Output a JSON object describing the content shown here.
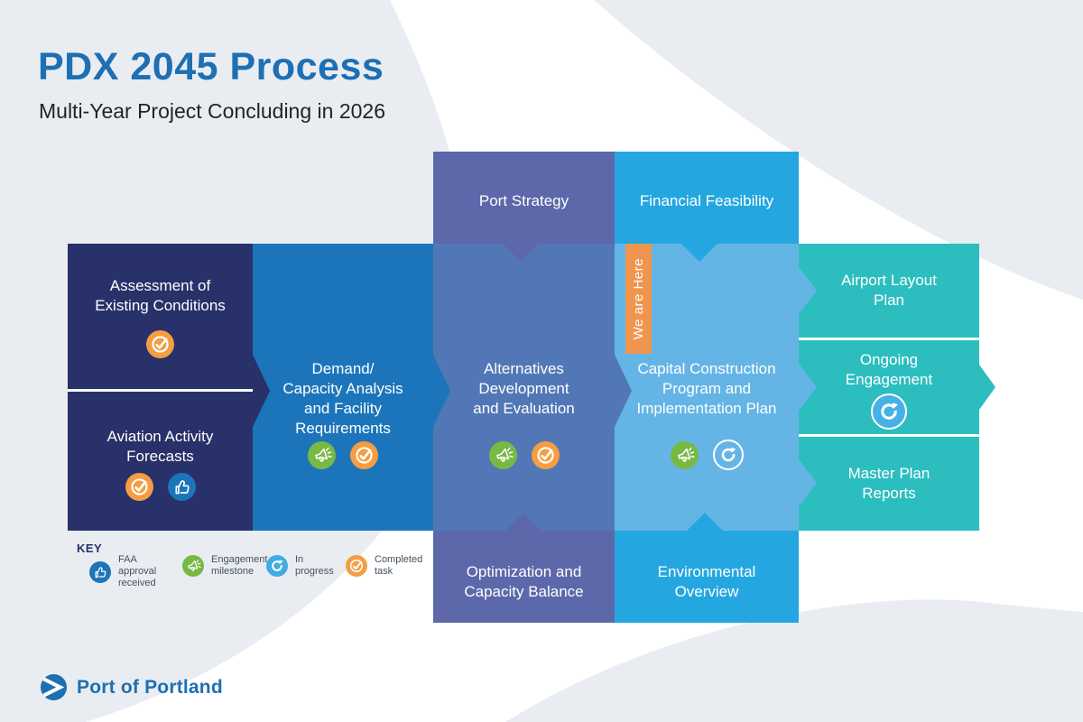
{
  "page": {
    "title": "PDX 2045 Process",
    "subtitle": "Multi-Year Project Concluding in 2026"
  },
  "palette": {
    "background": "#e9edf2",
    "navy": "#283169",
    "blue": "#1c75ba",
    "indigo": "#5c68a9",
    "slate_blue": "#5277b6",
    "bright_blue": "#24a7e0",
    "light_blue": "#64b5e5",
    "teal": "#2cbebf",
    "orange": "#f59d42",
    "orange_tab": "#f0954e",
    "green": "#78b944",
    "progress_blue": "#41ace2",
    "title_blue": "#1e6fb3",
    "text_dark": "#1f2327"
  },
  "we_are_here": {
    "label": "We are Here"
  },
  "blocks": {
    "assessment": {
      "title": "Assessment of\nExisting Conditions",
      "icons": [
        "completed-task"
      ]
    },
    "aviation": {
      "title": "Aviation Activity\nForecasts",
      "icons": [
        "completed-task",
        "faa-approval"
      ]
    },
    "demand": {
      "title": "Demand/\nCapacity Analysis\nand Facility\nRequirements",
      "icons": [
        "engagement-milestone",
        "completed-task"
      ]
    },
    "port_strategy": {
      "title": "Port Strategy"
    },
    "financial": {
      "title": "Financial Feasibility"
    },
    "alternatives": {
      "title": "Alternatives\nDevelopment\nand Evaluation",
      "icons": [
        "engagement-milestone",
        "completed-task"
      ]
    },
    "capital": {
      "title": "Capital Construction\nProgram and\nImplementation Plan",
      "icons": [
        "engagement-milestone",
        "in-progress"
      ]
    },
    "optimization": {
      "title": "Optimization and\nCapacity Balance"
    },
    "environmental": {
      "title": "Environmental\nOverview"
    },
    "airport_layout": {
      "title": "Airport Layout\nPlan"
    },
    "ongoing": {
      "title": "Ongoing\nEngagement",
      "icons": [
        "in-progress"
      ]
    },
    "master_plan": {
      "title": "Master Plan\nReports"
    }
  },
  "key": {
    "label": "KEY",
    "items": [
      {
        "icon": "faa-approval",
        "label": "FAA approval\nreceived"
      },
      {
        "icon": "engagement-milestone",
        "label": "Engagement\nmilestone"
      },
      {
        "icon": "in-progress",
        "label": "In progress"
      },
      {
        "icon": "completed-task",
        "label": "Completed\ntask"
      }
    ]
  },
  "footer": {
    "logo_text": "Port of Portland"
  }
}
